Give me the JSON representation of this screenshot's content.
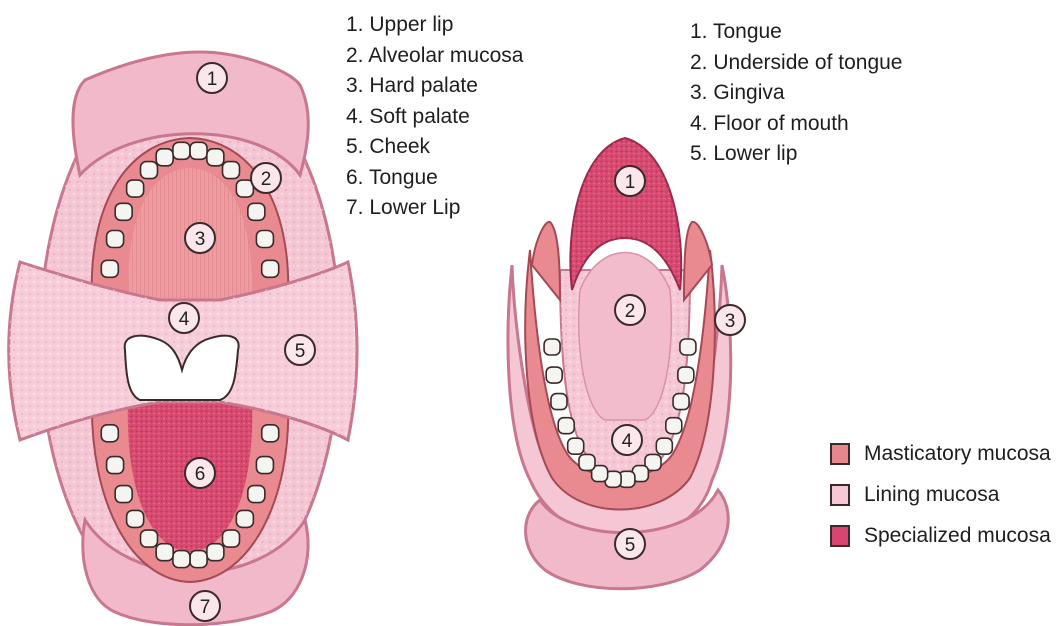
{
  "left_diagram": {
    "labels": [
      "1. Upper lip",
      "2. Alveolar mucosa",
      "3. Hard palate",
      "4. Soft palate",
      "5. Cheek",
      "6. Tongue",
      "7. Lower Lip"
    ],
    "markers": [
      "1",
      "2",
      "3",
      "4",
      "5",
      "6",
      "7"
    ]
  },
  "right_diagram": {
    "labels": [
      "1. Tongue",
      "2. Underside of tongue",
      "3. Gingiva",
      "4. Floor of mouth",
      "5. Lower lip"
    ],
    "markers": [
      "1",
      "2",
      "3",
      "4",
      "5"
    ]
  },
  "legend": [
    {
      "label": "Masticatory mucosa",
      "color": "#e8868e"
    },
    {
      "label": "Lining mucosa",
      "color": "#f6c8d6"
    },
    {
      "label": "Specialized mucosa",
      "color": "#d8466d"
    }
  ],
  "colors": {
    "lining": "#f5c6d4",
    "lining_edge": "#c8778e",
    "masticatory": "#e88a90",
    "specialized": "#d84a70",
    "tooth": "#f4f4f0",
    "outline": "#3a2a2a"
  }
}
